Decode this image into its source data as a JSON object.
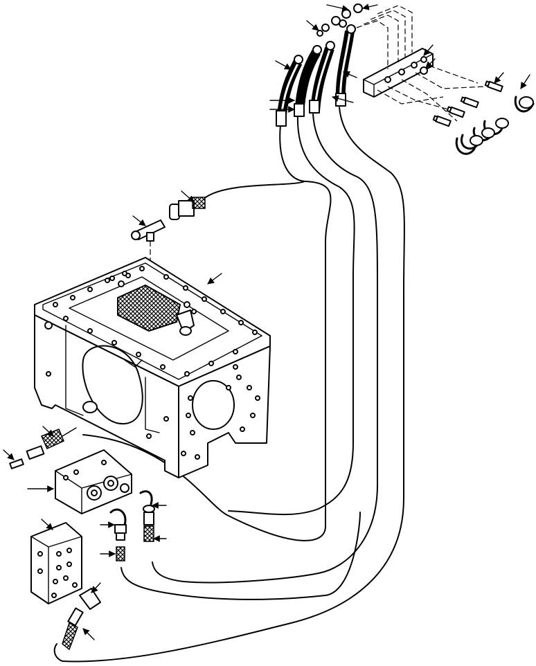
{
  "diagram": {
    "colors": {
      "line": "#000000",
      "background": "#ffffff"
    },
    "components": [
      "transmission-case",
      "control-valve",
      "manifold-block",
      "auxiliary-valve",
      "hydraulic-hoses",
      "fittings",
      "callout-arrows"
    ]
  }
}
